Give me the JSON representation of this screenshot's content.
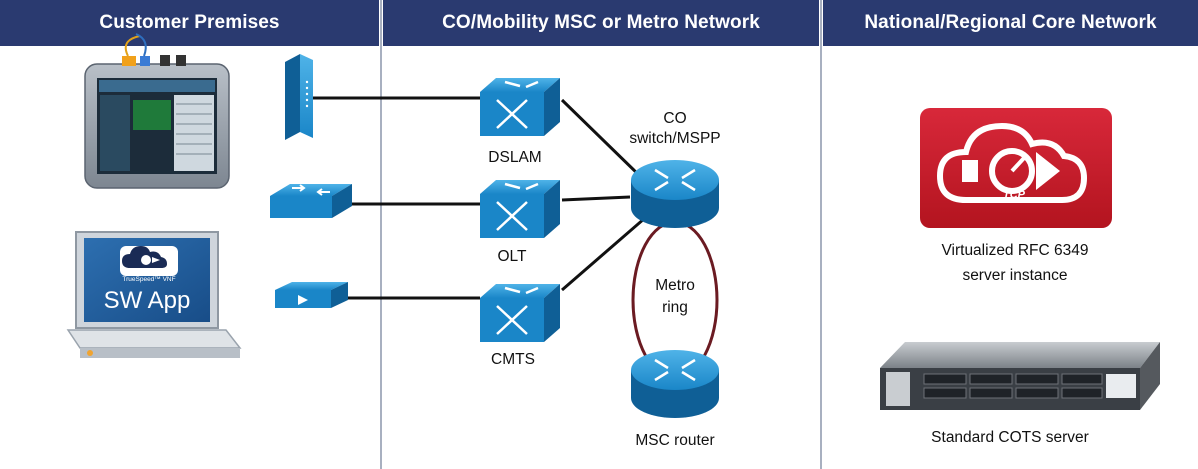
{
  "headers": {
    "customer": "Customer Premises",
    "co": "CO/Mobility MSC or Metro Network",
    "core": "National/Regional Core Network"
  },
  "devices": {
    "dslam": "DSLAM",
    "olt": "OLT",
    "cmts": "CMTS",
    "co_switch_line1": "CO",
    "co_switch_line2": "switch/MSPP",
    "metro_ring_line1": "Metro",
    "metro_ring_line2": "ring",
    "msc_router": "MSC router"
  },
  "core": {
    "tcp_badge": "TCP",
    "vm_label_line1": "Virtualized RFC 6349",
    "vm_label_line2": "server instance",
    "server_label": "Standard COTS server"
  },
  "laptop": {
    "brand": "TrueSpeed™ VNF",
    "screen_text": "SW App"
  },
  "colors": {
    "header_bg": "#2a3a70",
    "device_blue": "#1d8fd0",
    "ring": "#6b1b22",
    "tcp_red": "#c9202f"
  }
}
